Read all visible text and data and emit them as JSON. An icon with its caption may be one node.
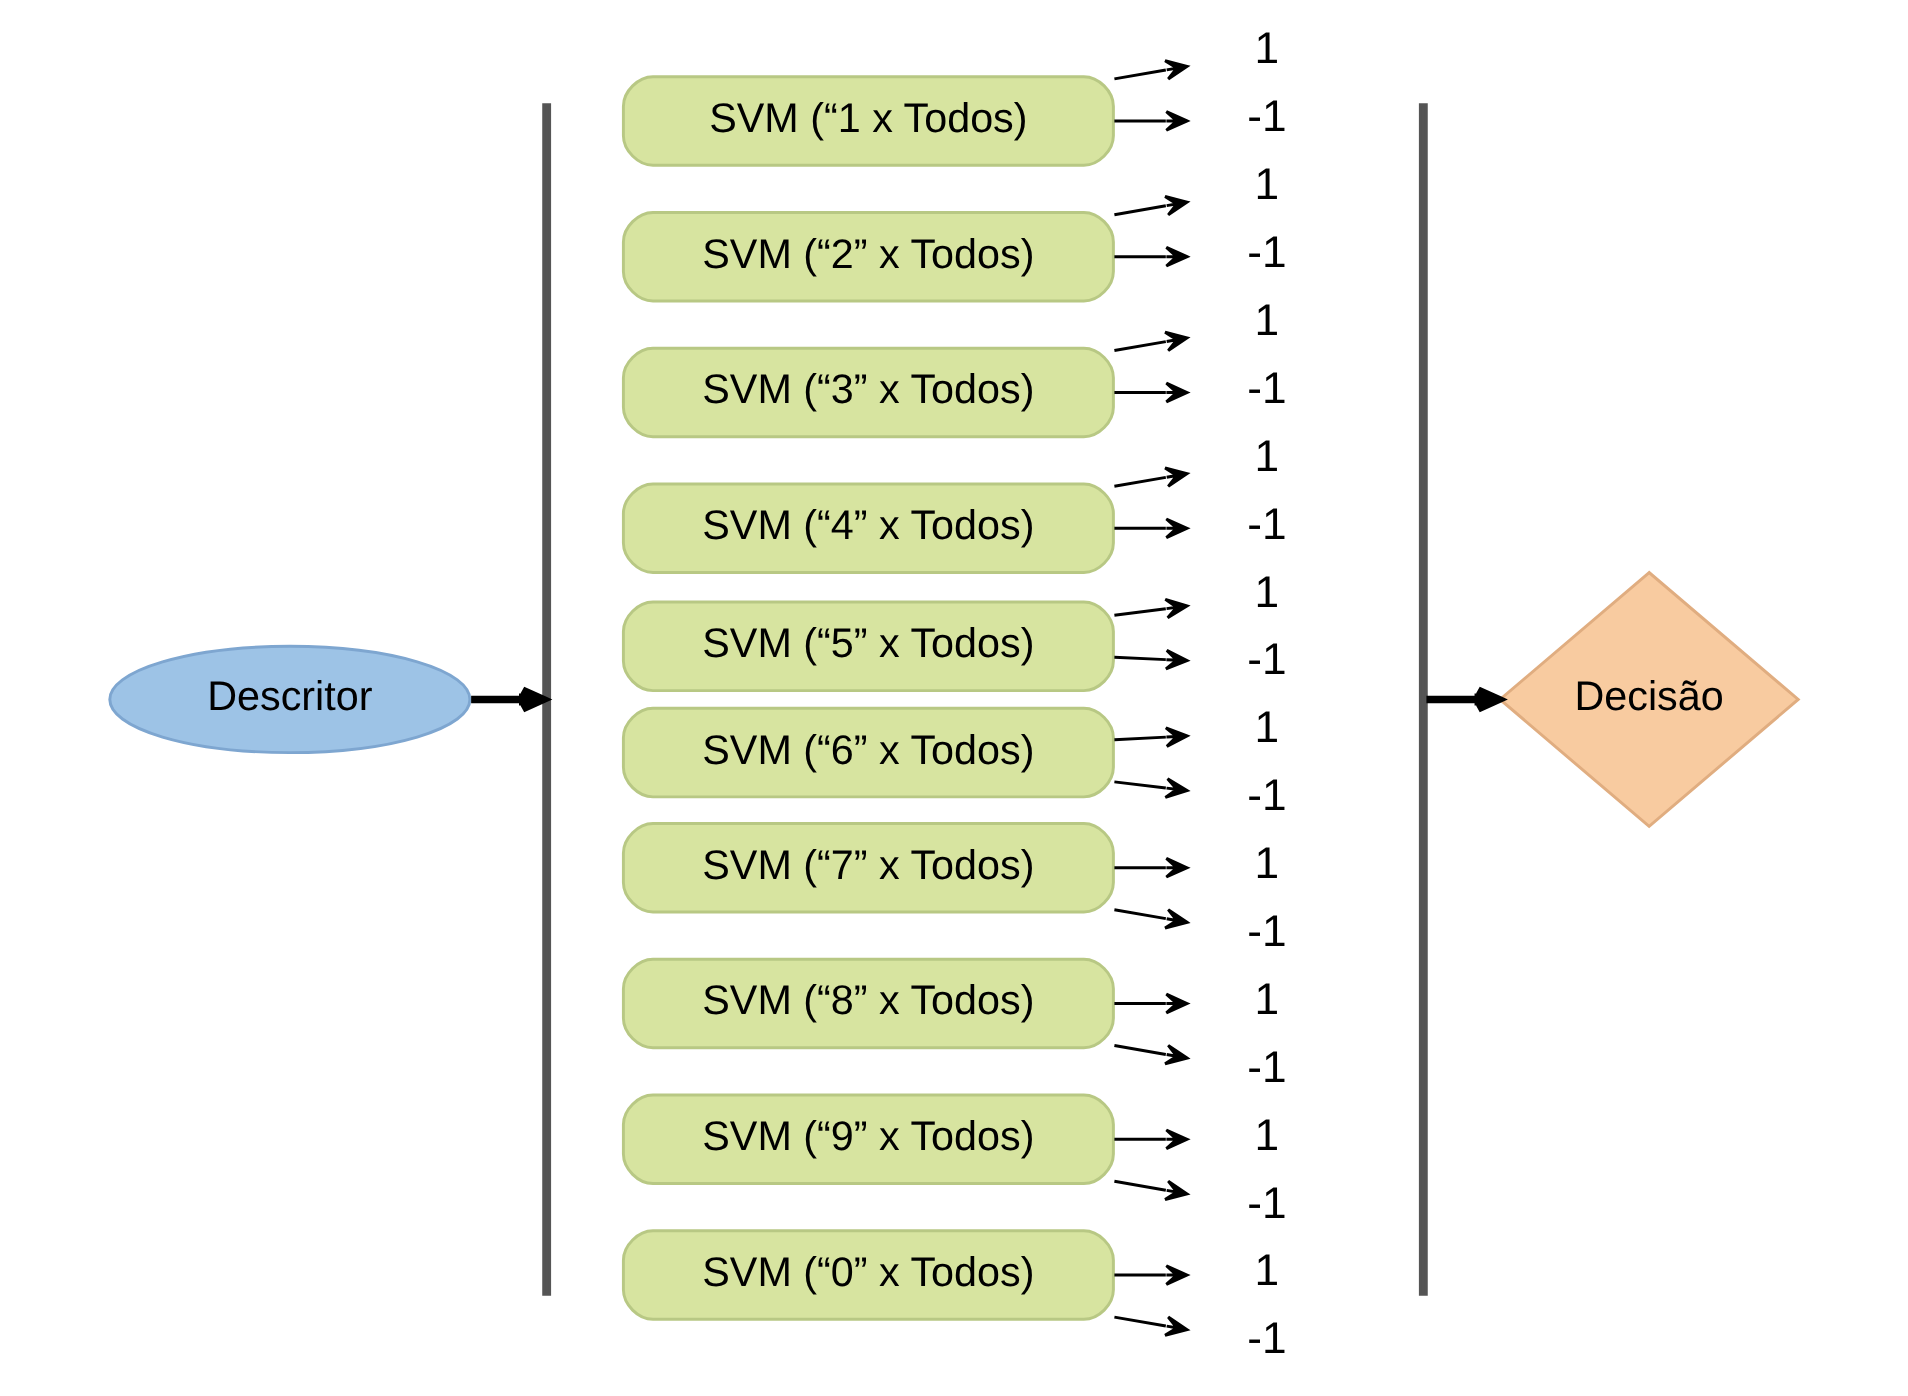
{
  "diagram": {
    "nodes": [
      {
        "text": [
          "Descritor"
        ]
      },
      {
        "text": [],
        "shape": "brace"
      },
      {
        "text": [
          "SVM (“1 x Todos)"
        ]
      },
      {
        "text": [
          "1"
        ]
      },
      {
        "text": [
          "-1"
        ]
      },
      {
        "text": [
          "SVM (“2” x Todos)"
        ]
      },
      {
        "text": [
          "1"
        ]
      },
      {
        "text": [
          "-1"
        ]
      },
      {
        "text": [
          "SVM (“3” x Todos)"
        ]
      },
      {
        "text": [
          "1"
        ]
      },
      {
        "text": [
          "-1"
        ]
      },
      {
        "text": [
          "SVM (“4” x Todos)"
        ]
      },
      {
        "text": [
          "1"
        ]
      },
      {
        "text": [
          "-1"
        ]
      },
      {
        "text": [
          "SVM (“5” x Todos)"
        ]
      },
      {
        "text": [
          "1"
        ]
      },
      {
        "text": [
          "-1"
        ]
      },
      {
        "text": [
          "SVM (“6” x Todos)"
        ]
      },
      {
        "text": [
          "1"
        ]
      },
      {
        "text": [
          "-1"
        ]
      },
      {
        "text": [
          "SVM (“7” x Todos)"
        ]
      },
      {
        "text": [
          "1"
        ]
      },
      {
        "text": [
          "-1"
        ]
      },
      {
        "text": [
          "SVM (“8” x Todos)"
        ]
      },
      {
        "text": [
          "1"
        ]
      },
      {
        "text": [
          "-1"
        ]
      },
      {
        "text": [
          "SVM (“9” x Todos)"
        ]
      },
      {
        "text": [
          "1"
        ]
      },
      {
        "text": [
          "-1"
        ]
      },
      {
        "text": [
          "SVM (“0” x Todos)"
        ]
      },
      {
        "text": [
          "1"
        ]
      },
      {
        "text": [
          "-1"
        ]
      },
      {
        "text": [],
        "shape": "brace"
      },
      {
        "text": [
          "Decisão"
        ]
      }
    ],
    "edges": [
      {
        "from": 0,
        "to": 1,
        "arrow": "to",
        "style": "thick"
      },
      {
        "from": 2,
        "to": 3,
        "arrow": "to"
      },
      {
        "from": 2,
        "to": 4,
        "arrow": "to"
      },
      {
        "from": 5,
        "to": 6,
        "arrow": "to"
      },
      {
        "from": 5,
        "to": 7,
        "arrow": "to"
      },
      {
        "from": 8,
        "to": 9,
        "arrow": "to"
      },
      {
        "from": 8,
        "to": 10,
        "arrow": "to"
      },
      {
        "from": 11,
        "to": 12,
        "arrow": "to"
      },
      {
        "from": 11,
        "to": 13,
        "arrow": "to"
      },
      {
        "from": 14,
        "to": 15,
        "arrow": "to"
      },
      {
        "from": 14,
        "to": 16,
        "arrow": "to"
      },
      {
        "from": 17,
        "to": 18,
        "arrow": "to"
      },
      {
        "from": 17,
        "to": 19,
        "arrow": "to"
      },
      {
        "from": 20,
        "to": 21,
        "arrow": "to"
      },
      {
        "from": 20,
        "to": 22,
        "arrow": "to"
      },
      {
        "from": 23,
        "to": 24,
        "arrow": "to"
      },
      {
        "from": 23,
        "to": 25,
        "arrow": "to"
      },
      {
        "from": 26,
        "to": 27,
        "arrow": "to"
      },
      {
        "from": 26,
        "to": 28,
        "arrow": "to"
      },
      {
        "from": 29,
        "to": 30,
        "arrow": "to"
      },
      {
        "from": 29,
        "to": 31,
        "arrow": "to"
      },
      {
        "from": 32,
        "to": 33,
        "arrow": "to",
        "style": "thick"
      }
    ]
  }
}
